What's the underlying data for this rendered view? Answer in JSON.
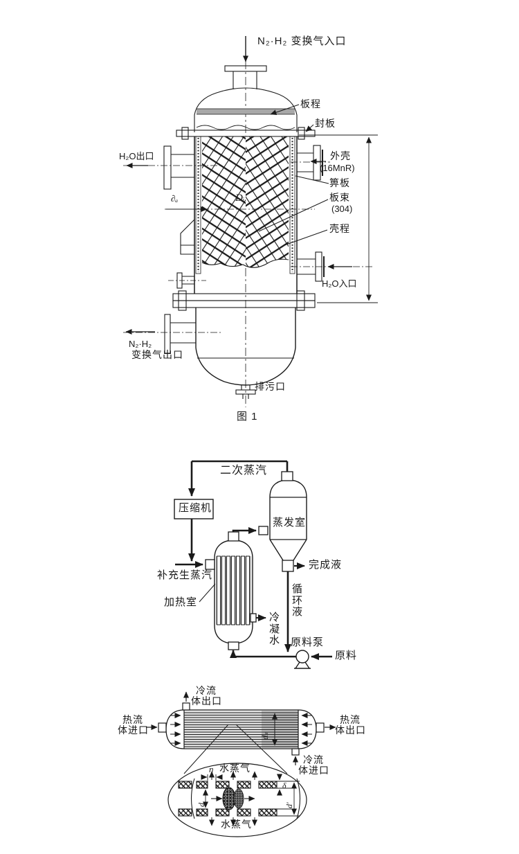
{
  "palette": {
    "ink": "#1a1a1a",
    "paper": "#ffffff",
    "shade": "#bdbdbd"
  },
  "figure1": {
    "caption": "图 1",
    "labels": {
      "gas_inlet": "N₂·H₂ 变换气入口",
      "plate_side": "板程",
      "seal_plate": "封板",
      "water_outlet": "H₂O出口",
      "shell_line1": "外壳",
      "shell_line2": "(16MnR)",
      "grate_plate": "箅板",
      "plate_bundle_line1": "板束",
      "plate_bundle_line2": "(304)",
      "shell_side": "壳程",
      "water_inlet": "H₂O入口",
      "gas_outlet_line1": "N₂·H₂",
      "gas_outlet_line2": "变换气出口",
      "drain": "排污口",
      "dim_thickness": "∂ₐ",
      "dim_diameter": "Dᵢ"
    }
  },
  "figure2": {
    "labels": {
      "secondary_vapor": "二次蒸汽",
      "compressor": "压缩机",
      "evaporation_chamber": "蒸发室",
      "finished_liquid": "完成液",
      "makeup_steam": "补充生蒸汽",
      "heating_chamber": "加热室",
      "condensate": "冷凝水",
      "circulating_liquid": "循环液",
      "feed_pump": "原料泵",
      "feed": "原料"
    }
  },
  "figure3": {
    "labels": {
      "cold_outlet_l1": "冷流",
      "cold_outlet_l2": "体出口",
      "hot_inlet_l1": "热流",
      "hot_inlet_l2": "体进口",
      "hot_outlet_l1": "热流",
      "hot_outlet_l2": "体出口",
      "cold_inlet_l1": "冷流",
      "cold_inlet_l2": "体进口",
      "shell_diameter": "dₛ",
      "slot_width": "η",
      "steam_top": "水蒸气",
      "steam_bottom": "水蒸气",
      "wall_thickness": "δ",
      "inner_diameter": "d",
      "outer_diameter": "d′"
    }
  }
}
